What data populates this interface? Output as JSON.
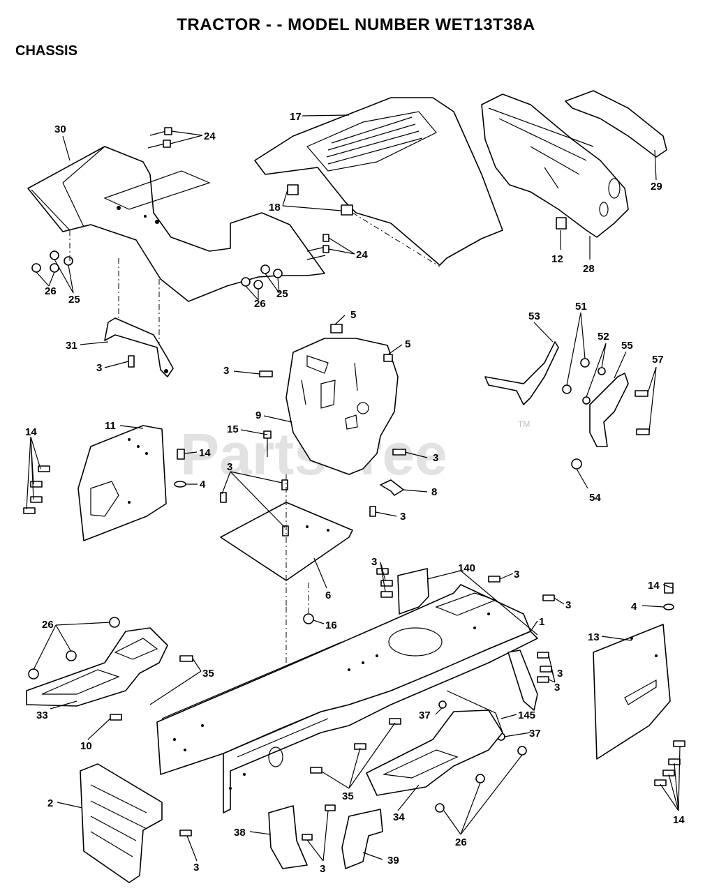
{
  "header": {
    "title": "TRACTOR - - MODEL NUMBER WET13T38A",
    "section": "CHASSIS"
  },
  "watermark": {
    "text": "PartsTree",
    "tm": "TM"
  },
  "callouts": [
    {
      "label": "30"
    },
    {
      "label": "24"
    },
    {
      "label": "17"
    },
    {
      "label": "29"
    },
    {
      "label": "18"
    },
    {
      "label": "24"
    },
    {
      "label": "12"
    },
    {
      "label": "28"
    },
    {
      "label": "26"
    },
    {
      "label": "25"
    },
    {
      "label": "26"
    },
    {
      "label": "25"
    },
    {
      "label": "5"
    },
    {
      "label": "5"
    },
    {
      "label": "53"
    },
    {
      "label": "51"
    },
    {
      "label": "52"
    },
    {
      "label": "55"
    },
    {
      "label": "57"
    },
    {
      "label": "31"
    },
    {
      "label": "3"
    },
    {
      "label": "3"
    },
    {
      "label": "9"
    },
    {
      "label": "11"
    },
    {
      "label": "14"
    },
    {
      "label": "15"
    },
    {
      "label": "14"
    },
    {
      "label": "3"
    },
    {
      "label": "4"
    },
    {
      "label": "3"
    },
    {
      "label": "8"
    },
    {
      "label": "54"
    },
    {
      "label": "3"
    },
    {
      "label": "3"
    },
    {
      "label": "140"
    },
    {
      "label": "3"
    },
    {
      "label": "6"
    },
    {
      "label": "3"
    },
    {
      "label": "14"
    },
    {
      "label": "4"
    },
    {
      "label": "16"
    },
    {
      "label": "1"
    },
    {
      "label": "26"
    },
    {
      "label": "13"
    },
    {
      "label": "35"
    },
    {
      "label": "3"
    },
    {
      "label": "3"
    },
    {
      "label": "37"
    },
    {
      "label": "145"
    },
    {
      "label": "33"
    },
    {
      "label": "10"
    },
    {
      "label": "37"
    },
    {
      "label": "35"
    },
    {
      "label": "2"
    },
    {
      "label": "34"
    },
    {
      "label": "14"
    },
    {
      "label": "38"
    },
    {
      "label": "26"
    },
    {
      "label": "39"
    },
    {
      "label": "3"
    },
    {
      "label": "3"
    }
  ]
}
